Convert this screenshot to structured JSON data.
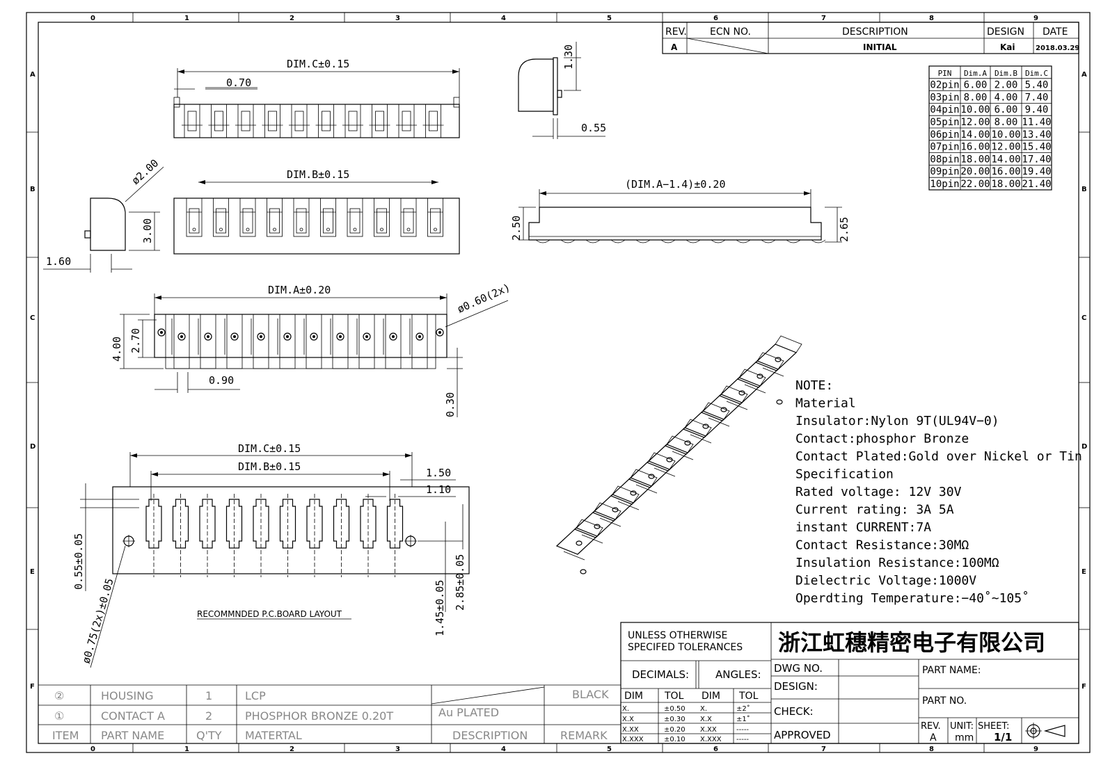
{
  "border": {
    "col_labels": [
      "0",
      "1",
      "2",
      "3",
      "4",
      "5",
      "6",
      "7",
      "8",
      "9"
    ],
    "row_labels": [
      "A",
      "B",
      "C",
      "D",
      "E",
      "F"
    ]
  },
  "revision_block": {
    "headers": {
      "rev": "REV.",
      "ecn": "ECN NO.",
      "description": "DESCRIPTION",
      "design": "DESIGN",
      "date": "DATE"
    },
    "row": {
      "rev": "A",
      "description": "INITIAL",
      "design": "Kai",
      "date": "2018.03.29"
    }
  },
  "dim_table": {
    "headers": [
      "PIN",
      "Dim.A",
      "Dim.B",
      "Dim.C"
    ],
    "rows": [
      [
        "02pin",
        "6.00",
        "2.00",
        "5.40"
      ],
      [
        "03pin",
        "8.00",
        "4.00",
        "7.40"
      ],
      [
        "04pin",
        "10.00",
        "6.00",
        "9.40"
      ],
      [
        "05pin",
        "12.00",
        "8.00",
        "11.40"
      ],
      [
        "06pin",
        "14.00",
        "10.00",
        "13.40"
      ],
      [
        "07pin",
        "16.00",
        "12.00",
        "15.40"
      ],
      [
        "08pin",
        "18.00",
        "14.00",
        "17.40"
      ],
      [
        "09pin",
        "20.00",
        "16.00",
        "19.40"
      ],
      [
        "10pin",
        "22.00",
        "18.00",
        "21.40"
      ]
    ]
  },
  "dimensions": {
    "top_view_dimc": "DIM.C±0.15",
    "top_view_pitch": "0.70",
    "side_small_h": "1.30",
    "side_small_w": "0.55",
    "mid_view_dimb": "DIM.B±0.15",
    "side_dia": "ø2.00",
    "side_h": "3.00",
    "side_w": "1.60",
    "front_dim": "(DIM.A−1.4)±0.20",
    "front_h_left": "2.50",
    "front_h_right": "2.65",
    "bottom_dima": "DIM.A±0.20",
    "bottom_hole": "ø0.60(2x)",
    "bottom_h1": "4.00",
    "bottom_h2": "2.70",
    "bottom_pad": "0.90",
    "bottom_step": "0.30",
    "pcb_dimc": "DIM.C±0.15",
    "pcb_dimb": "DIM.B±0.15",
    "pcb_150": "1.50",
    "pcb_110": "1.10",
    "pcb_055": "0.55±0.05",
    "pcb_hole": "ø0.75(2x)±0.05",
    "pcb_285": "2.85±0.05",
    "pcb_145": "1.45±0.05",
    "pcb_caption": "RECOMMNDED P.C.BOARD LAYOUT"
  },
  "notes": [
    "NOTE:",
    "Material",
    "Insulator:Nylon 9T(UL94V−0)",
    "Contact:phosphor Bronze",
    "Contact Plated:Gold over Nickel or Tin",
    "Specification",
    "Rated voltage: 12V 30V",
    "Current rating: 3A 5A",
    "instant CURRENT:7A",
    "Contact Resistance:30MΩ",
    "Insulation Resistance:100MΩ",
    "Dielectric Voltage:1000V",
    "Operdting Temperature:−40˚~105˚"
  ],
  "bom": {
    "rows": [
      {
        "item": "②",
        "name": "HOUSING",
        "qty": "1",
        "material": "LCP",
        "description": "",
        "remark": "BLACK"
      },
      {
        "item": "①",
        "name": "CONTACT A",
        "qty": "2",
        "material": "PHOSPHOR BRONZE 0.20T",
        "description": "Au PLATED",
        "remark": ""
      }
    ],
    "header": {
      "item": "ITEM",
      "name": "PART NAME",
      "qty": "Q'TY",
      "material": "MATERTAL",
      "description": "DESCRIPTION",
      "remark": "REMARK"
    }
  },
  "title_block": {
    "tol_title1": "UNLESS OTHERWISE",
    "tol_title2": "SPECIFED TOLERANCES",
    "company": "浙江虹穗精密电子有限公司",
    "decimals": "DECIMALS:",
    "angles": "ANGLES:",
    "dim": "DIM",
    "tol": "TOL",
    "dec_rows": [
      [
        "X.",
        "±0.50"
      ],
      [
        "X.X",
        "±0.30"
      ],
      [
        "X.XX",
        "±0.20"
      ],
      [
        "X.XXX",
        "±0.10"
      ]
    ],
    "ang_rows": [
      [
        "X.",
        "±2˚"
      ],
      [
        "X.X",
        "±1˚"
      ],
      [
        "X.XX",
        "-----"
      ],
      [
        "X.XXX",
        "-----"
      ]
    ],
    "dwg_no": "DWG NO.",
    "design": "DESIGN:",
    "check": "CHECK:",
    "approved": "APPROVED",
    "part_name": "PART NAME:",
    "part_no": "PART NO.",
    "rev_label": "REV.",
    "rev_val": "A",
    "unit_label": "UNIT:",
    "unit_val": "mm",
    "sheet_label": "SHEET:",
    "sheet_val": "1/1"
  }
}
